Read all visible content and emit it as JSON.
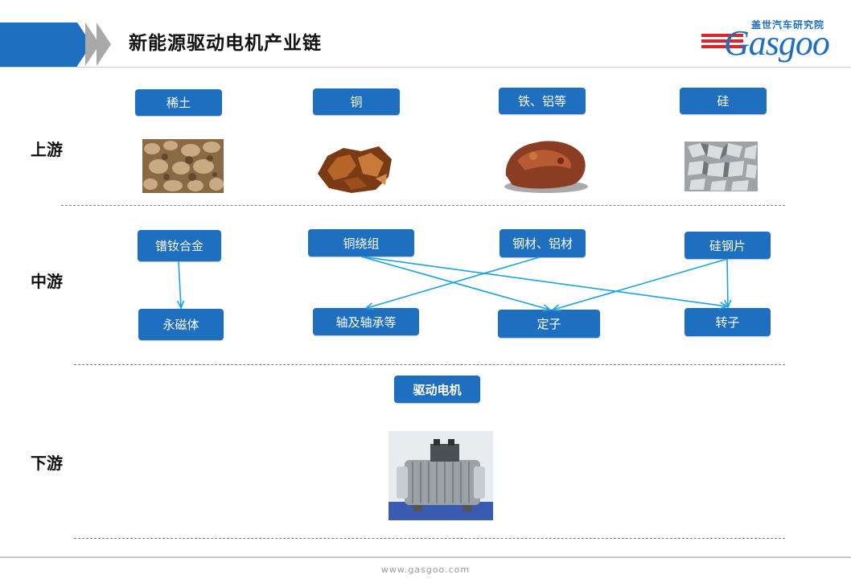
{
  "header": {
    "title": "新能源驱动电机产业链"
  },
  "logo": {
    "cn": "盖世汽车研究院",
    "en": "Gasgoo"
  },
  "tiers": {
    "upstream": "上游",
    "midstream": "中游",
    "downstream": "下游"
  },
  "upstream_materials": [
    "稀土",
    "铜",
    "铁、铝等",
    "硅"
  ],
  "midstream_materials": [
    "镨钕合金",
    "铜绕组",
    "钢材、铝材",
    "硅钢片"
  ],
  "midstream_components": [
    "永磁体",
    "轴及轴承等",
    "定子",
    "转子"
  ],
  "downstream_product": "驱动电机",
  "footer": "www.gasgoo.com",
  "colors": {
    "accent": "#1f6fc1",
    "arrow": "#1aa3e0",
    "logo_red": "#d9262c"
  },
  "icons": [
    "rare-earth-image",
    "copper-image",
    "iron-ore-image",
    "silicon-image",
    "drive-motor-image"
  ]
}
